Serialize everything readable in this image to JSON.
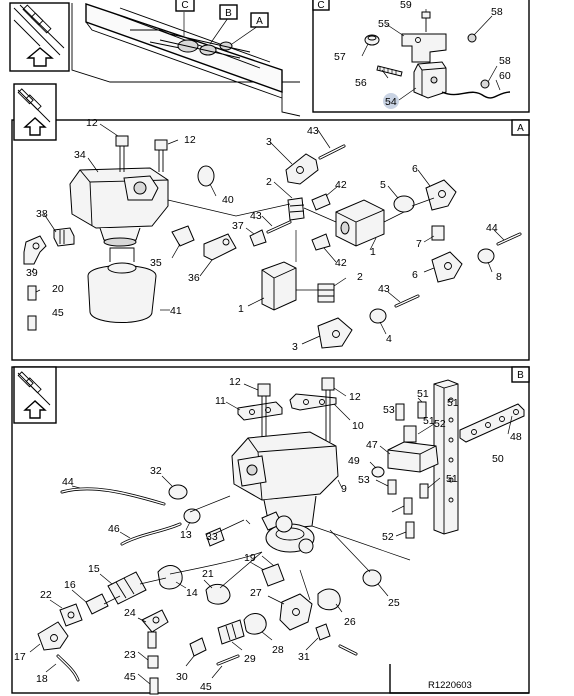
{
  "sections": {
    "top_view": {
      "callouts": [
        "C",
        "B",
        "A"
      ]
    },
    "detail_c": {
      "letter": "C",
      "labels": [
        "59",
        "58",
        "55",
        "57",
        "58",
        "56",
        "60",
        "54"
      ]
    },
    "detail_a": {
      "letter": "A",
      "labels": [
        "12",
        "43",
        "12",
        "3",
        "34",
        "40",
        "2",
        "42",
        "5",
        "6",
        "38",
        "37",
        "43",
        "44",
        "1",
        "7",
        "39",
        "35",
        "36",
        "42",
        "2",
        "6",
        "8",
        "20",
        "45",
        "41",
        "1",
        "43",
        "3",
        "4"
      ]
    },
    "detail_b": {
      "letter": "B",
      "labels": [
        "12",
        "12",
        "11",
        "10",
        "51",
        "53",
        "51",
        "51",
        "52",
        "48",
        "47",
        "49",
        "50",
        "9",
        "53",
        "51",
        "44",
        "32",
        "46",
        "13",
        "33",
        "52",
        "15",
        "19",
        "16",
        "21",
        "14",
        "22",
        "27",
        "25",
        "24",
        "26",
        "28",
        "29",
        "17",
        "23",
        "30",
        "31",
        "18",
        "45",
        "45"
      ]
    }
  },
  "highlight": "54",
  "highlight_color": "#c9d3e3",
  "icons": [
    "windshield-icon",
    "cab-front-icon"
  ],
  "reference": "R1220603"
}
